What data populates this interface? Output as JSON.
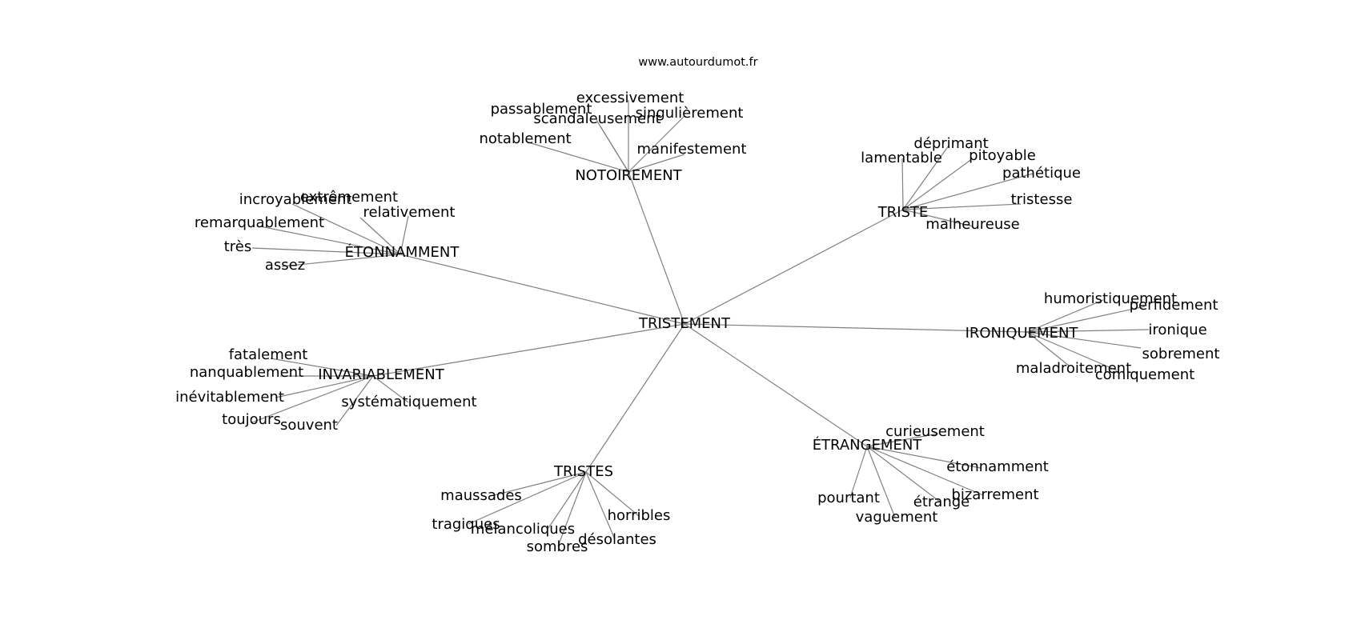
{
  "source": "www.autourdumot.fr",
  "center": "TRISTEMENT",
  "clusters": [
    {
      "hub": "NOTOIREMENT",
      "leaves": [
        "passablement",
        "scandaleusement",
        "excessivement",
        "singulièrement",
        "notablement",
        "manifestement"
      ]
    },
    {
      "hub": "TRISTE",
      "leaves": [
        "déprimant",
        "lamentable",
        "pitoyable",
        "pathétique",
        "tristesse",
        "malheureuse"
      ]
    },
    {
      "hub": "ÉTONNAMMENT",
      "leaves": [
        "incroyablement",
        "extrêmement",
        "relativement",
        "remarquablement",
        "très",
        "assez"
      ]
    },
    {
      "hub": "IRONIQUEMENT",
      "leaves": [
        "humoristiquement",
        "perfidement",
        "ironique",
        "sobrement",
        "maladroitement",
        "comiquement"
      ]
    },
    {
      "hub": "INVARIABLEMENT",
      "leaves": [
        "fatalement",
        "nanquablement",
        "inévitablement",
        "systématiquement",
        "toujours",
        "souvent"
      ]
    },
    {
      "hub": "ÉTRANGEMENT",
      "leaves": [
        "curieusement",
        "étonnamment",
        "bizarrement",
        "étrange",
        "pourtant",
        "vaguement"
      ]
    },
    {
      "hub": "TRISTES",
      "leaves": [
        "maussades",
        "tragiques",
        "mélancoliques",
        "sombres",
        "désolantes",
        "horribles"
      ]
    }
  ]
}
